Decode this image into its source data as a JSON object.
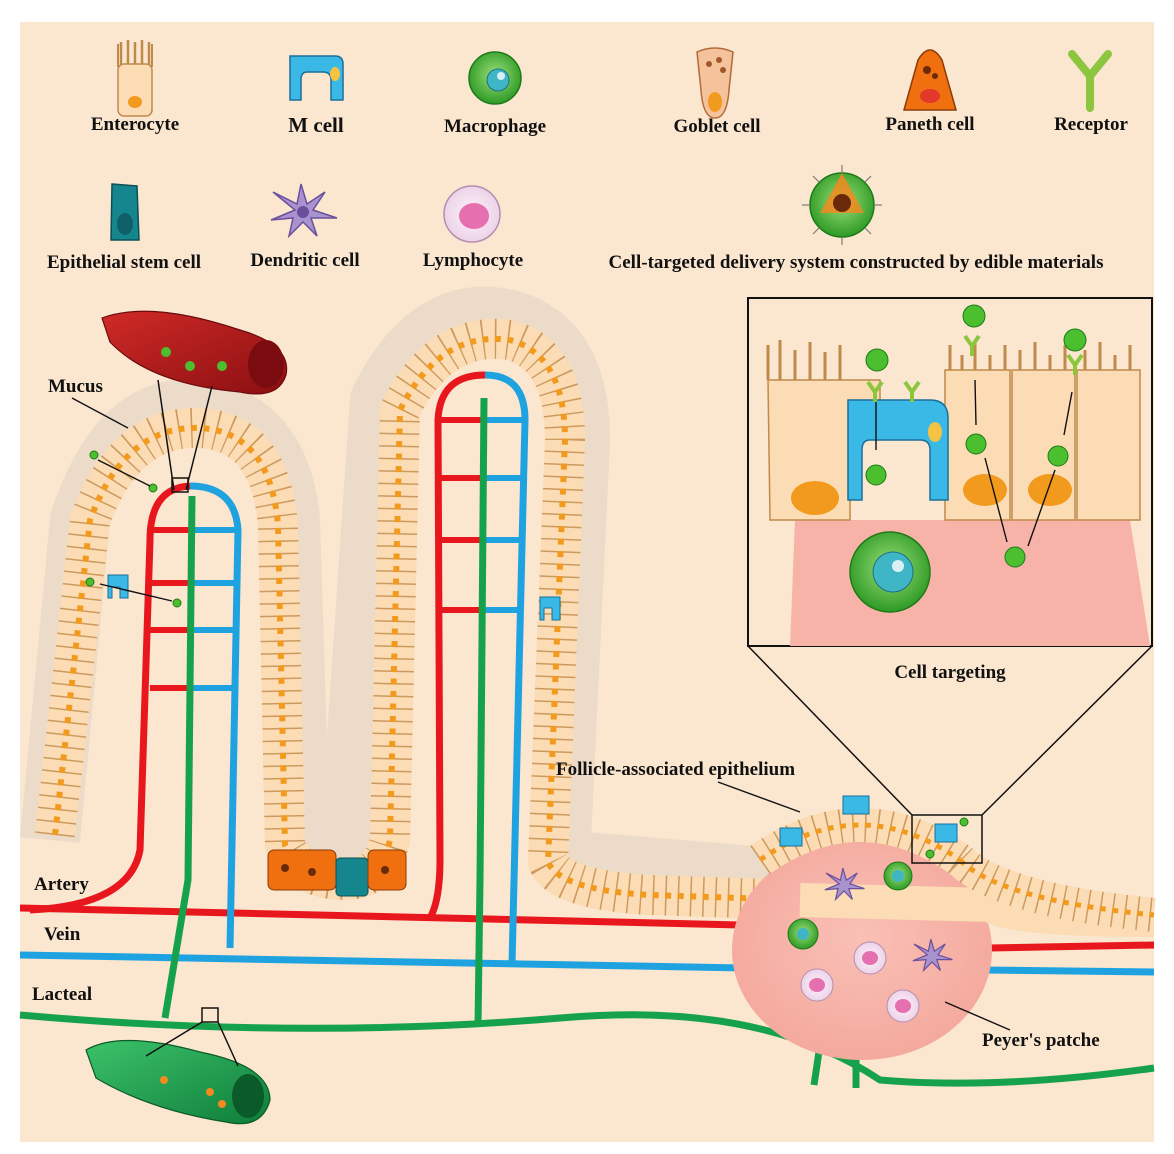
{
  "colors": {
    "background": "#fbe6cf",
    "artery": "#e8171d",
    "vein": "#1fa3e0",
    "lacteal": "#16a24c",
    "enterocyte": "#fbdcb4",
    "enterocyte_nucleus": "#f29a1d",
    "m_cell": "#3ab8e6",
    "paneth": "#f07010",
    "stem_cell": "#16868e",
    "lamina": "#f8b3a8",
    "macrophage": "#4cbf2f",
    "dendritic": "#a993cf",
    "lymphocyte": "#f5d4ea",
    "receptor": "#8cc63f",
    "rbc": "#b61a1a"
  },
  "legend": {
    "enterocyte": "Enterocyte",
    "m_cell": "M cell",
    "macrophage": "Macrophage",
    "goblet": "Goblet cell",
    "paneth": "Paneth cell",
    "receptor": "Receptor",
    "stem": "Epithelial stem cell",
    "dendritic": "Dendritic cell",
    "lymphocyte": "Lymphocyte",
    "delivery": "Cell-targeted delivery system constructed by edible materials"
  },
  "labels": {
    "mucus": "Mucus",
    "artery": "Artery",
    "vein": "Vein",
    "lacteal": "Lacteal",
    "fae": "Follicle-associated epithelium",
    "peyers": "Peyer's patche",
    "targeting": "Cell targeting"
  },
  "icons": [
    "enterocyte-icon",
    "m-cell-icon",
    "macrophage-icon",
    "goblet-cell-icon",
    "paneth-cell-icon",
    "receptor-icon",
    "stem-cell-icon",
    "dendritic-cell-icon",
    "lymphocyte-icon",
    "nanoparticle-icon",
    "red-blood-cell-icon",
    "lymph-vessel-icon"
  ]
}
